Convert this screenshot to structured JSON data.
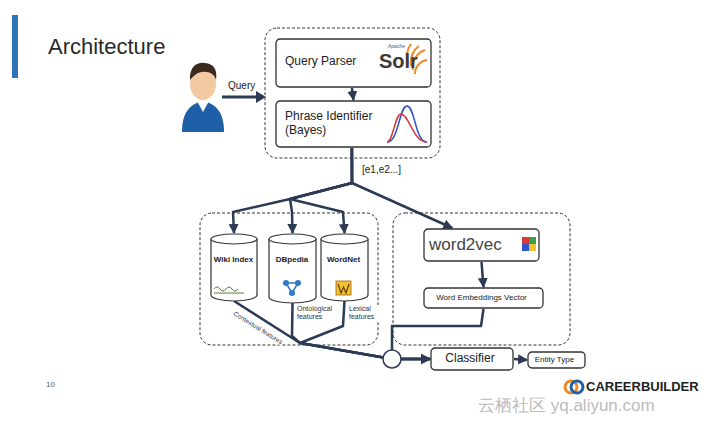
{
  "diagram": {
    "title": "Architecture",
    "nodes": [
      {
        "text": [
          "Query Parser",
          "Apache",
          "Solr"
        ]
      },
      {
        "text": [
          "Phrase Identifier (Bayes)"
        ]
      },
      {
        "text": [
          "Wiki Index"
        ]
      },
      {
        "text": [
          "DBpedia"
        ]
      },
      {
        "text": [
          "WordNet"
        ]
      },
      {
        "text": [
          "word2vec"
        ]
      },
      {
        "text": [
          "Word Embeddings Vector"
        ]
      },
      {
        "text": [
          "Classifier"
        ]
      },
      {
        "text": [
          "Entity Type"
        ]
      }
    ],
    "edges": [
      {
        "from": 0,
        "to": 1,
        "arrow": "to"
      },
      {
        "from": 1,
        "to": 2,
        "arrow": "to"
      },
      {
        "from": 1,
        "to": 3,
        "arrow": "to"
      },
      {
        "from": 1,
        "to": 4,
        "arrow": "to"
      },
      {
        "from": 1,
        "to": 5,
        "arrow": "to"
      },
      {
        "from": 2,
        "to": 7,
        "label": "Contextual features",
        "arrow": "to"
      },
      {
        "from": 3,
        "to": 7,
        "label": "Ontological features",
        "arrow": "to"
      },
      {
        "from": 4,
        "to": 7,
        "label": "Lexical features",
        "arrow": "to"
      },
      {
        "from": 5,
        "to": 6,
        "arrow": "to"
      },
      {
        "from": 6,
        "to": 7,
        "arrow": "to"
      },
      {
        "from": 7,
        "to": 8,
        "arrow": "to"
      }
    ],
    "labels": [
      "Query",
      "[e1,e2...]",
      "10",
      "CAREERBUILDER",
      "云栖社区 yq.aliyun.com"
    ]
  }
}
